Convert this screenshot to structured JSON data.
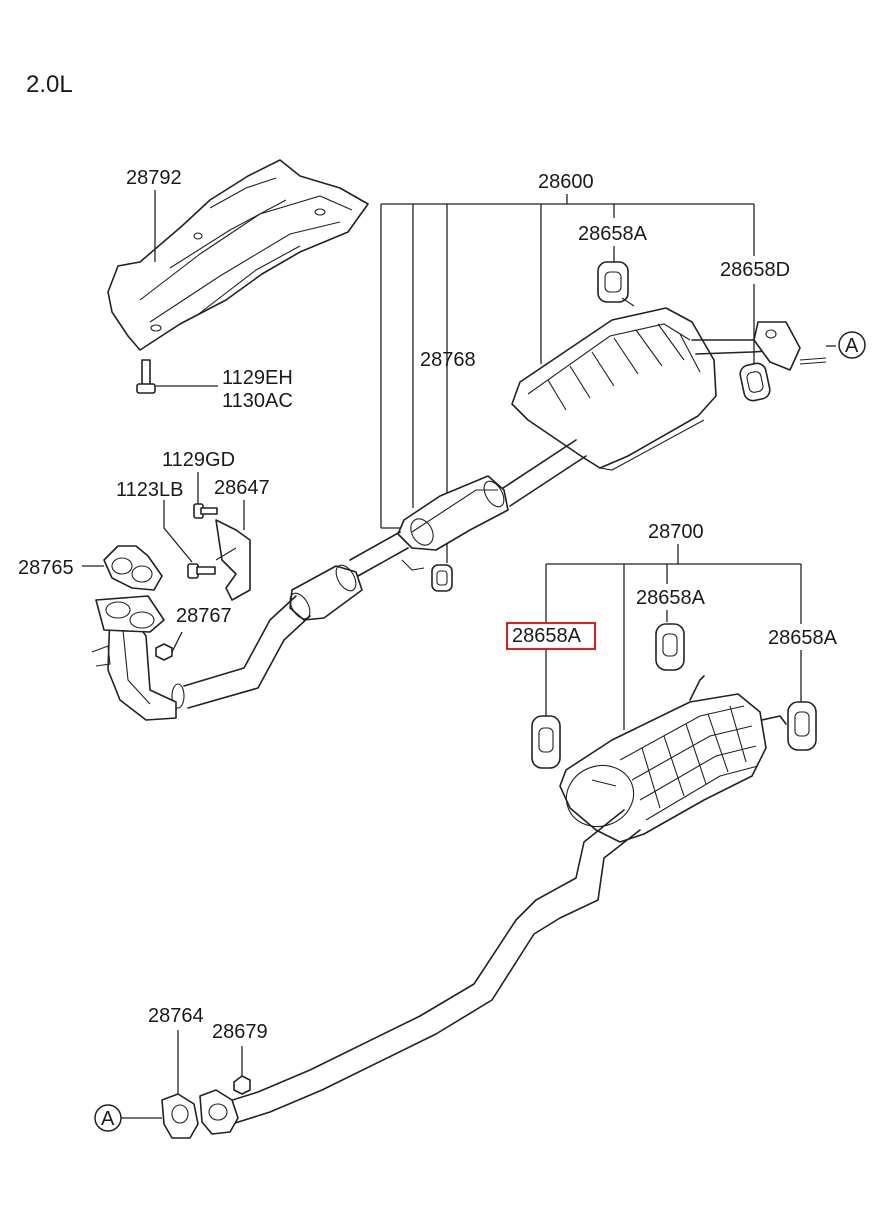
{
  "diagram": {
    "engine_label": "2.0L",
    "ref_marker": "A",
    "highlight_color": "#e02020",
    "line_color": "#222222",
    "labels": {
      "p28792": "28792",
      "p28600": "28600",
      "p28658A_top": "28658A",
      "p28658D": "28658D",
      "p28768": "28768",
      "p1129EH": "1129EH",
      "p1130AC": "1130AC",
      "p1129GD": "1129GD",
      "p1123LB": "1123LB",
      "p28647": "28647",
      "p28765": "28765",
      "p28767": "28767",
      "p28700": "28700",
      "p28658A_selected": "28658A",
      "p28658A_mid": "28658A",
      "p28658A_right": "28658A",
      "p28764": "28764",
      "p28679": "28679"
    }
  }
}
